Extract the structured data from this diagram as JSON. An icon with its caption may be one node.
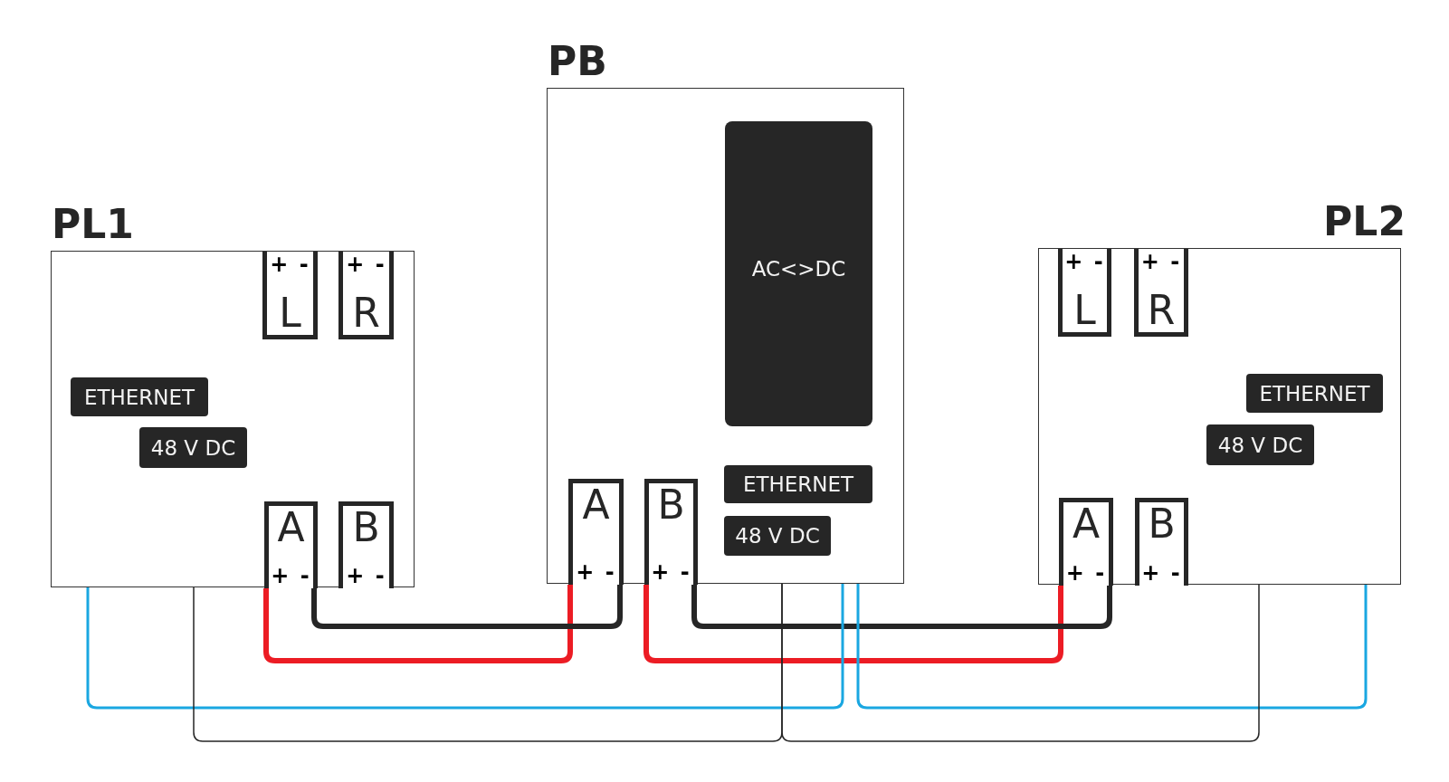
{
  "diagram": {
    "nodes": [
      {
        "text": [
          "PL1"
        ]
      },
      {
        "text": [
          "+ -",
          "L"
        ],
        "in": 0
      },
      {
        "text": [
          "+ -",
          "R"
        ],
        "in": 0
      },
      {
        "text": [
          "ETHERNET"
        ],
        "in": 0
      },
      {
        "text": [
          "48 V DC"
        ],
        "in": 0
      },
      {
        "text": [
          "A",
          "+ -"
        ],
        "in": 0
      },
      {
        "text": [
          "B",
          "+ -"
        ],
        "in": 0
      },
      {
        "text": [
          "PB"
        ]
      },
      {
        "text": [
          "AC<>DC"
        ],
        "in": 7
      },
      {
        "text": [
          "A",
          "+ -"
        ],
        "in": 7
      },
      {
        "text": [
          "B",
          "+ -"
        ],
        "in": 7
      },
      {
        "text": [
          "ETHERNET"
        ],
        "in": 7
      },
      {
        "text": [
          "48 V DC"
        ],
        "in": 7
      },
      {
        "text": [
          "PL2"
        ]
      },
      {
        "text": [
          "+ -",
          "L"
        ],
        "in": 13
      },
      {
        "text": [
          "+ -",
          "R"
        ],
        "in": 13
      },
      {
        "text": [
          "ETHERNET"
        ],
        "in": 13
      },
      {
        "text": [
          "48 V DC"
        ],
        "in": 13
      },
      {
        "text": [
          "A",
          "+ -"
        ],
        "in": 13
      },
      {
        "text": [
          "B",
          "+ -"
        ],
        "in": 13
      }
    ],
    "edges": [
      {
        "from": 5,
        "to": 9,
        "arrow": "none",
        "style": "thick",
        "color": "#ec1c24"
      },
      {
        "from": 5,
        "to": 9,
        "arrow": "none",
        "style": "thick"
      },
      {
        "from": 10,
        "to": 18,
        "arrow": "none",
        "style": "thick",
        "color": "#ec1c24"
      },
      {
        "from": 10,
        "to": 18,
        "arrow": "none",
        "style": "thick"
      },
      {
        "from": 3,
        "to": 11,
        "arrow": "none",
        "color": "#1aa7e1"
      },
      {
        "from": 11,
        "to": 16,
        "arrow": "none",
        "color": "#1aa7e1"
      },
      {
        "from": 4,
        "to": 12,
        "arrow": "none"
      },
      {
        "from": 12,
        "to": 17,
        "arrow": "none"
      }
    ]
  }
}
